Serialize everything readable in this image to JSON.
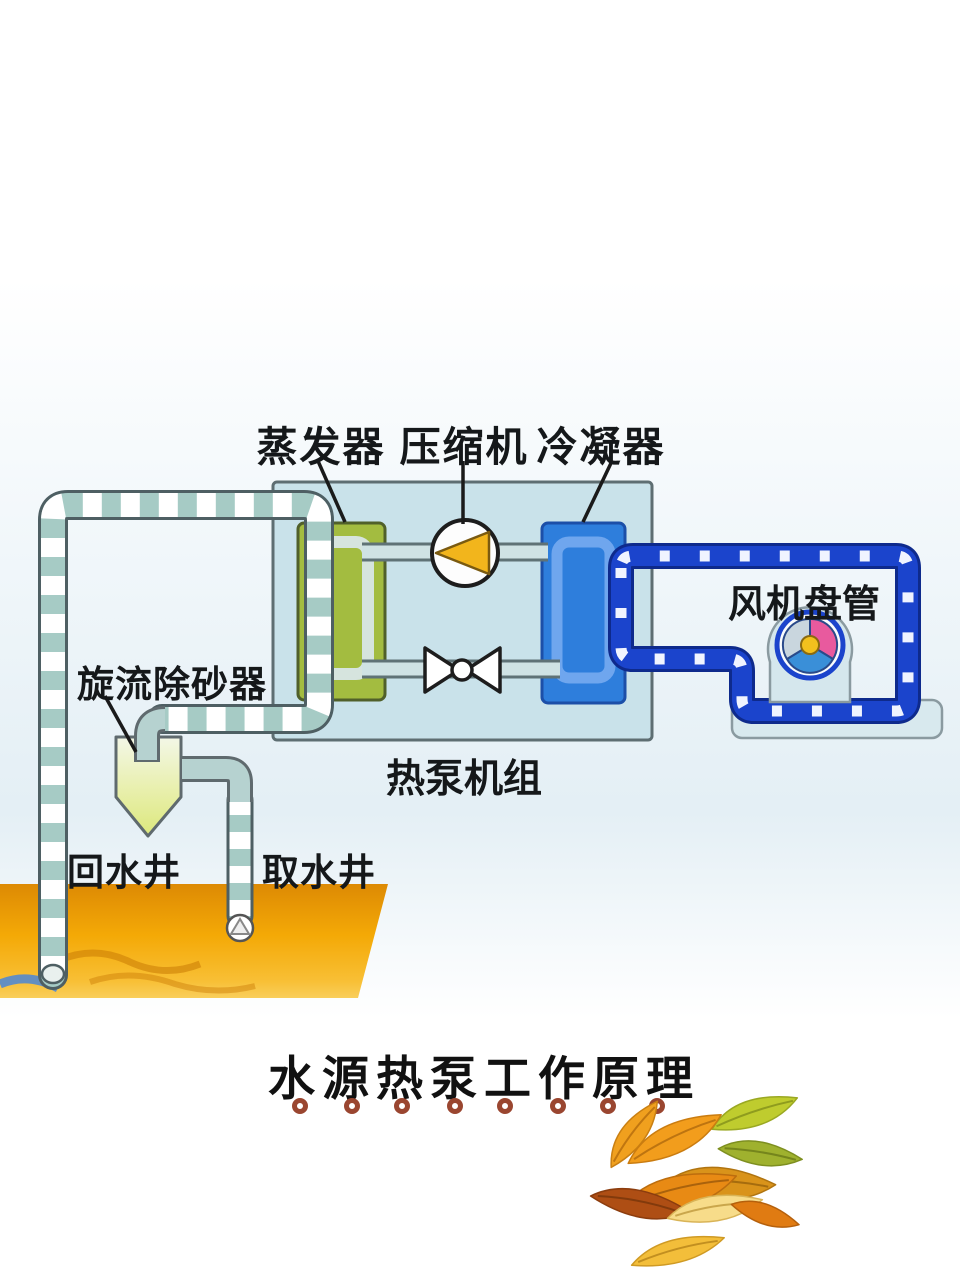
{
  "title": {
    "text": "水源热泵工作原理"
  },
  "diagram": {
    "labels": {
      "evaporator": "蒸发器",
      "compressor": "压缩机",
      "condenser": "冷凝器",
      "fan_coil": "风机盘管",
      "cyclone_sand_remover": "旋流除砂器",
      "heat_pump_unit": "热泵机组",
      "return_well": "回水井",
      "intake_well": "取水井"
    },
    "colors": {
      "sky_tint": "#e3edf3",
      "heat_pump_box": "#c9e2ea",
      "evaporator_green": "#a3bc40",
      "condenser_blue": "#2e7edc",
      "compressor_triangle": "#f2b51c",
      "water_pipe_teal": "#a6cbc5",
      "hot_water_pipe_blue": "#1b44cc",
      "fan_sector_pink": "#e85a9e",
      "fan_sector_blue": "#3a8fd8",
      "fan_sector_gray": "#c9d6de",
      "fan_hub_yellow": "#f2c11e",
      "ground_orange_top": "#dd8a04",
      "ground_orange_bottom": "#f8bf35",
      "ring_decoration": "#9a4630",
      "label_text": "#15181a"
    }
  },
  "decoration": {
    "ring_count": 8,
    "leaf_cluster": "autumn-leaves"
  }
}
